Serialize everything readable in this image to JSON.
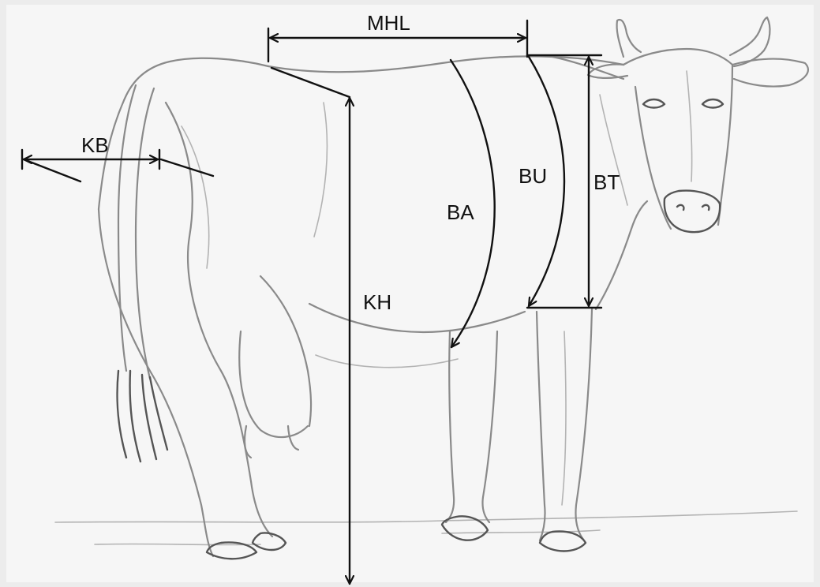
{
  "labels": {
    "mhl": "MHL",
    "kb": "KB",
    "bu": "BU",
    "bt": "BT",
    "ba": "BA",
    "kh": "KH"
  },
  "colors": {
    "background": "#f6f6f6",
    "frame": "#ececec",
    "pencil": "#8a8a8a",
    "measure_lines": "#111111"
  }
}
